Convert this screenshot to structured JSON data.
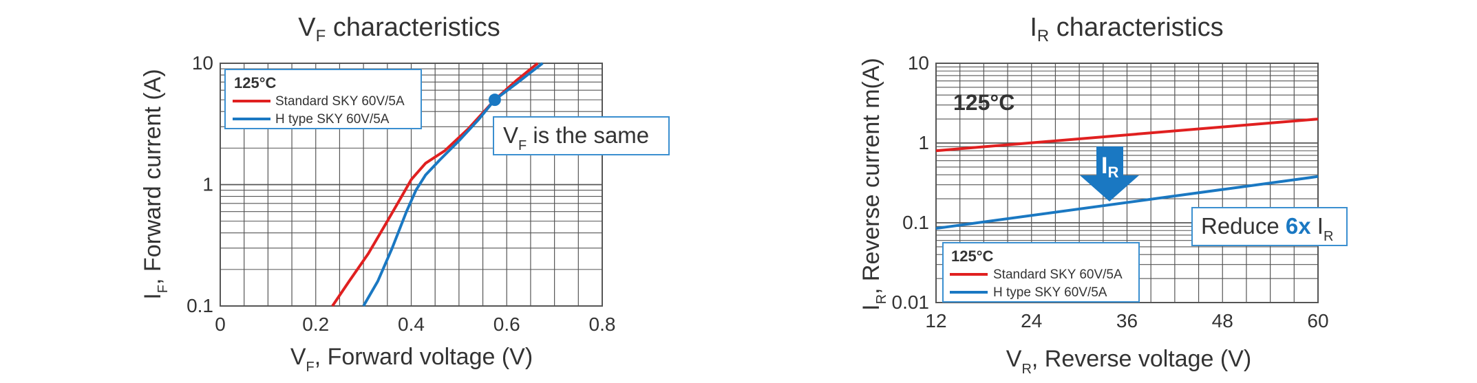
{
  "colors": {
    "standard": "#e02020",
    "htype": "#1a78c2",
    "grid": "#555555",
    "box": "#3a8fd0"
  },
  "chart_data": [
    {
      "type": "line",
      "title_main": "V",
      "title_sub": "F",
      "title_rest": " characteristics",
      "xlabel_main": "V",
      "xlabel_sub": "F",
      "xlabel_rest": ", Forward voltage (V)",
      "ylabel_main": "I",
      "ylabel_sub": "F",
      "ylabel_rest": ", Forward current (A)",
      "xlim": [
        0,
        0.8
      ],
      "ylim": [
        0.1,
        10
      ],
      "yscale": "log",
      "xticks": [
        "0",
        "0.2",
        "0.4",
        "0.6",
        "0.8"
      ],
      "yticks": [
        "0.1",
        "1",
        "10"
      ],
      "legend_title": "125°C",
      "legend_position": "top-left",
      "grid": true,
      "series": [
        {
          "name": "Standard SKY 60V/5A",
          "color": "#e02020",
          "x": [
            0.235,
            0.27,
            0.31,
            0.35,
            0.38,
            0.4,
            0.43,
            0.47,
            0.52,
            0.575,
            0.62,
            0.665
          ],
          "y": [
            0.1,
            0.16,
            0.27,
            0.5,
            0.8,
            1.1,
            1.5,
            1.9,
            2.9,
            5.0,
            7.2,
            10.0
          ]
        },
        {
          "name": "H type SKY 60V/5A",
          "color": "#1a78c2",
          "x": [
            0.3,
            0.33,
            0.36,
            0.39,
            0.41,
            0.43,
            0.46,
            0.5,
            0.54,
            0.575,
            0.62,
            0.675
          ],
          "y": [
            0.1,
            0.16,
            0.3,
            0.6,
            0.9,
            1.2,
            1.6,
            2.3,
            3.4,
            5.0,
            6.8,
            10.0
          ]
        }
      ],
      "marker": {
        "x": 0.575,
        "y": 5.0
      },
      "annotation_main": "V",
      "annotation_sub": "F",
      "annotation_rest": "  is the same"
    },
    {
      "type": "line",
      "title_main": "I",
      "title_sub": "R",
      "title_rest": " characteristics",
      "xlabel_main": "V",
      "xlabel_sub": "R",
      "xlabel_rest": ", Reverse voltage (V)",
      "ylabel_main": "I",
      "ylabel_sub": "R",
      "ylabel_rest": ", Reverse current m(A)",
      "xlim": [
        12,
        60
      ],
      "ylim": [
        0.01,
        10
      ],
      "yscale": "log",
      "xticks": [
        "12",
        "24",
        "36",
        "48",
        "60"
      ],
      "yticks": [
        "0.01",
        "0.1",
        "1",
        "10"
      ],
      "legend_title": "125°C",
      "legend_position": "bottom-left",
      "temperature_label": "125°C",
      "grid": true,
      "series": [
        {
          "name": "Standard SKY 60V/5A",
          "color": "#e02020",
          "x": [
            12,
            60
          ],
          "y": [
            0.8,
            2.0
          ]
        },
        {
          "name": "H type SKY 60V/5A",
          "color": "#1a78c2",
          "x": [
            12,
            60
          ],
          "y": [
            0.085,
            0.38
          ]
        }
      ],
      "arrow_label_main": "I",
      "arrow_label_sub": "R",
      "annotation_prefix": "Reduce ",
      "annotation_bold": "6x",
      "annotation_main": " I",
      "annotation_sub": "R"
    }
  ]
}
